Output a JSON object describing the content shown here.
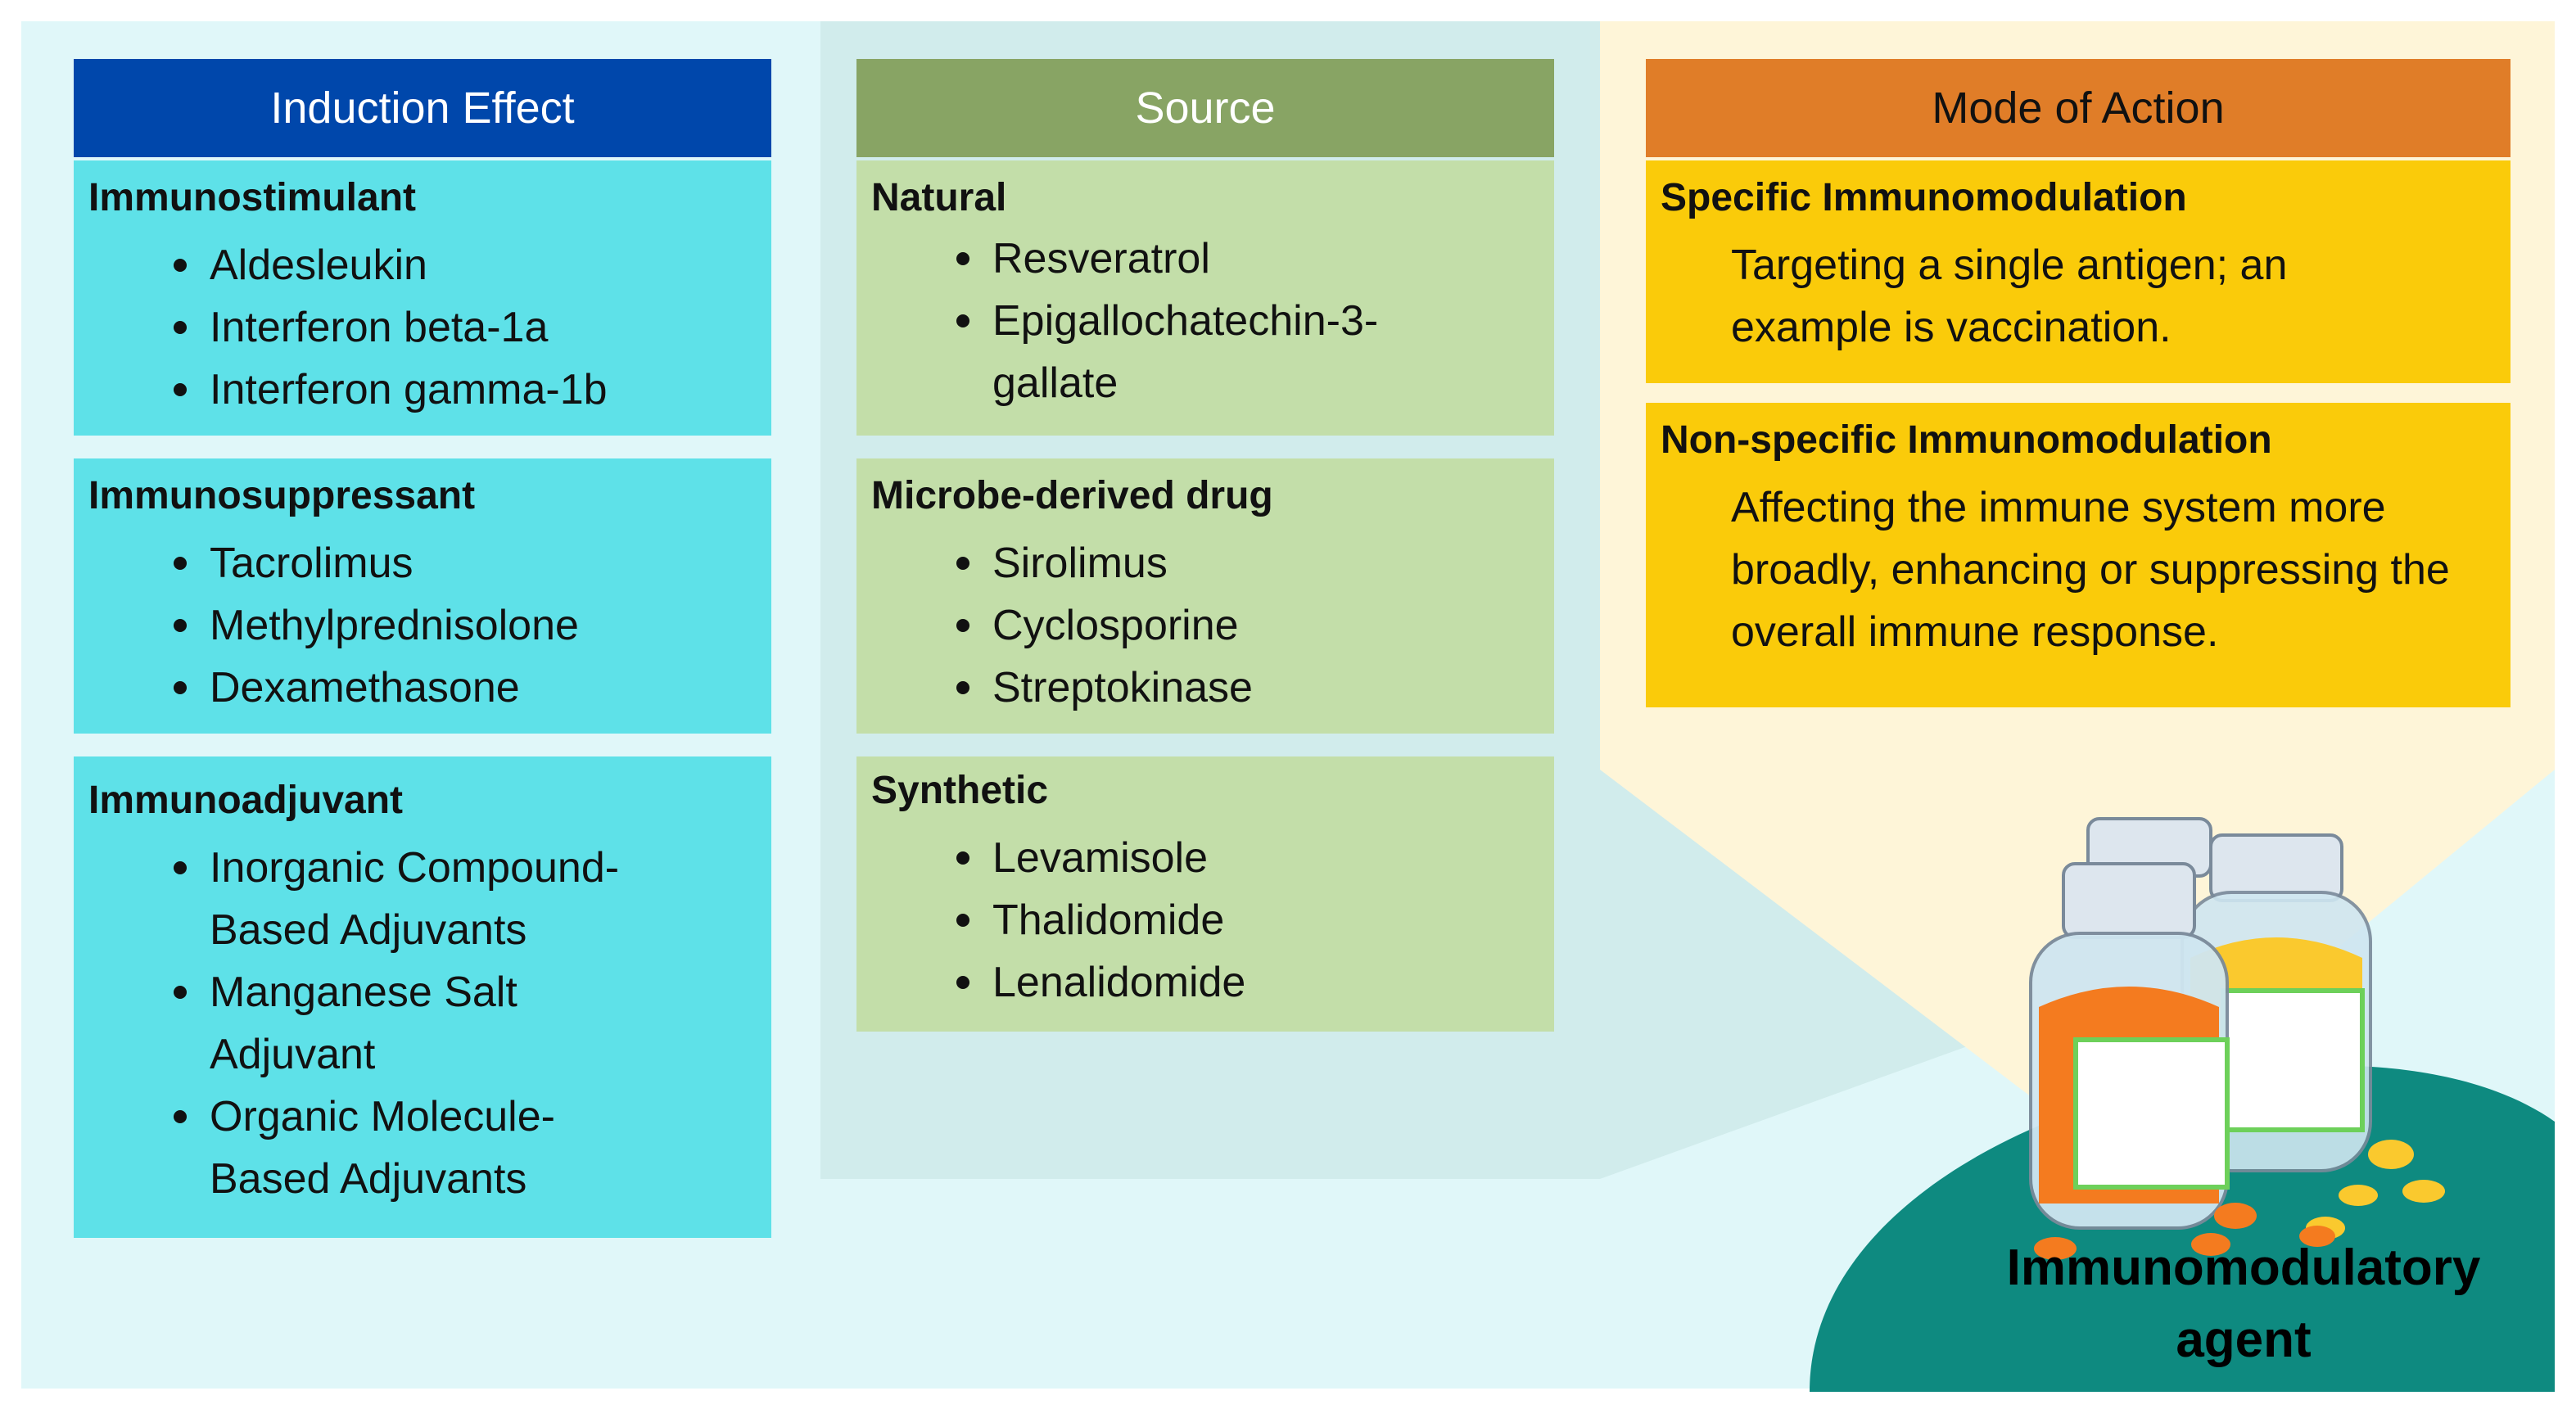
{
  "colors": {
    "outer_bg": "#e0f7f9",
    "source_panel_bg": "#d1ecec",
    "mode_panel_bg": "#fef5d8",
    "induction_header": "#0047ab",
    "induction_box": "#5ee1e8",
    "source_header": "#88a464",
    "source_box": "#c3dea9",
    "mode_header": "#e07d28",
    "mode_box": "#facb0a",
    "agent_disk": "#0e8a80"
  },
  "induction": {
    "header": "Induction Effect",
    "groups": [
      {
        "title": "Immunostimulant",
        "items": [
          "Aldesleukin",
          "Interferon beta-1a",
          "Interferon gamma-1b"
        ]
      },
      {
        "title": "Immunosuppressant",
        "items": [
          "Tacrolimus",
          "Methylprednisolone",
          "Dexamethasone"
        ]
      },
      {
        "title": "Immunoadjuvant",
        "items": [
          "Inorganic Compound-Based Adjuvants",
          "Manganese Salt Adjuvant",
          "Organic Molecule-Based Adjuvants"
        ]
      }
    ]
  },
  "source": {
    "header": "Source",
    "groups": [
      {
        "title": "Natural",
        "items": [
          "Resveratrol",
          "Epigallochatechin-3-gallate"
        ]
      },
      {
        "title": "Microbe-derived drug",
        "items": [
          "Sirolimus",
          "Cyclosporine",
          "Streptokinase"
        ]
      },
      {
        "title": "Synthetic",
        "items": [
          "Levamisole",
          "Thalidomide",
          "Lenalidomide"
        ]
      }
    ]
  },
  "mode": {
    "header": "Mode of Action",
    "groups": [
      {
        "title": "Specific Immunomodulation",
        "text": "Targeting a single antigen; an example is vaccination."
      },
      {
        "title": "Non-specific Immunomodulation",
        "text": "Affecting the immune system more broadly, enhancing or suppressing the overall immune response."
      }
    ]
  },
  "agent": {
    "label": "Immunomodulatory agent",
    "icon": "medicine-bottles-icon"
  }
}
